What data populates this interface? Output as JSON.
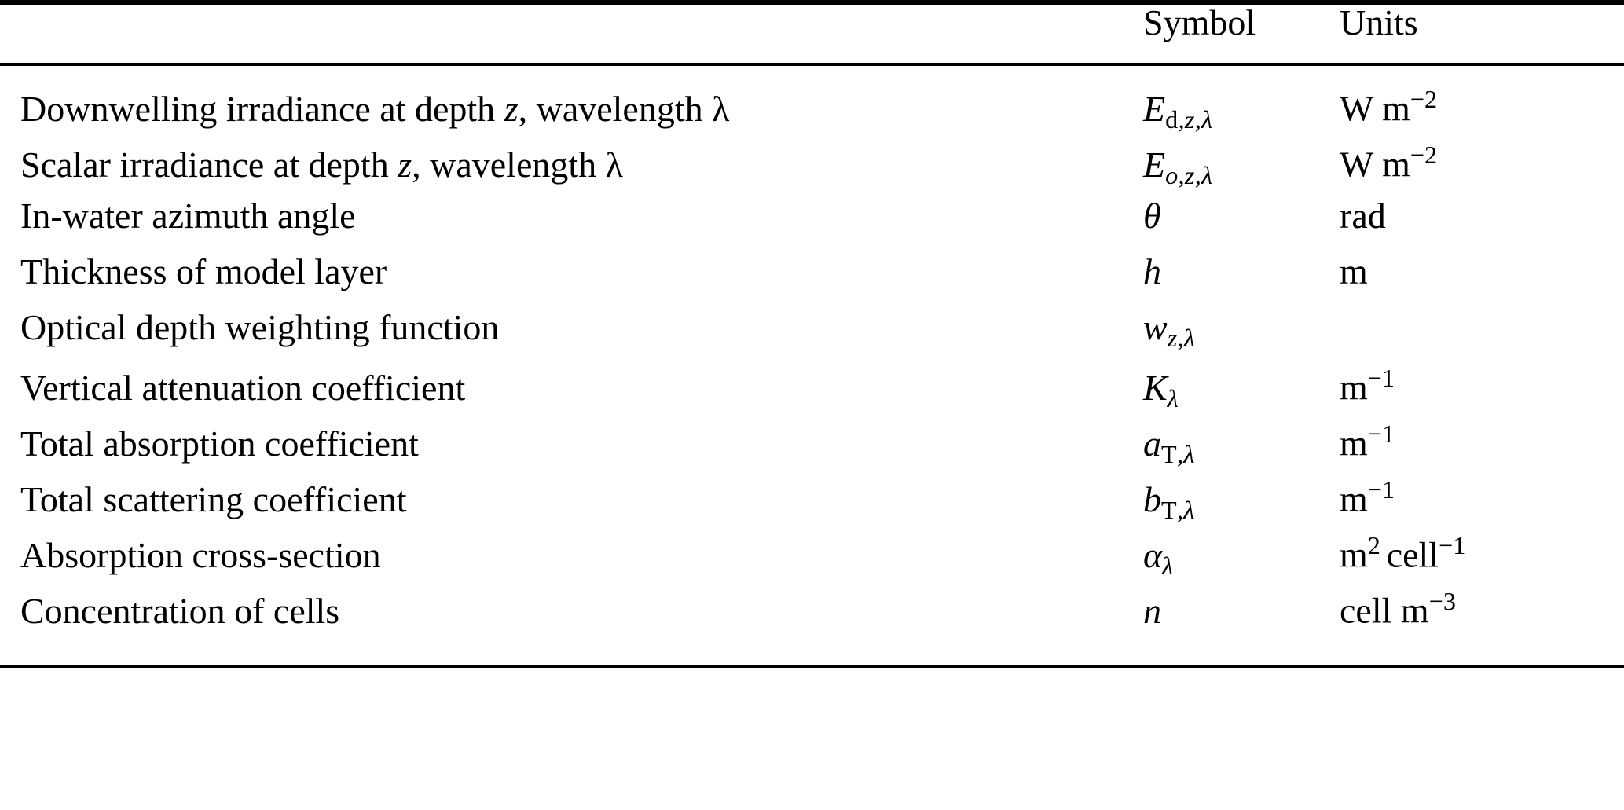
{
  "table": {
    "columns": [
      {
        "key": "description",
        "header": ""
      },
      {
        "key": "symbol",
        "header": "Symbol"
      },
      {
        "key": "units",
        "header": "Units"
      }
    ],
    "header": {
      "description_label": "",
      "symbol_label": "Symbol",
      "units_label": "Units"
    },
    "rows": [
      {
        "description": "Downwelling irradiance at depth z, wavelength λ",
        "description_parts": {
          "pre": "Downwelling irradiance at depth ",
          "italic1": "z",
          "mid": ", wavelength ",
          "italic2": "λ",
          "post": ""
        },
        "symbol_plain": "E_{d,z,λ}",
        "symbol_base": "E",
        "symbol_sub_upright": "d",
        "symbol_sub_italic": ",z,λ",
        "units_plain": "W m−2",
        "units_base": "W m",
        "units_exponent": "−2"
      },
      {
        "description": "Scalar irradiance at depth z, wavelength λ",
        "description_parts": {
          "pre": "Scalar irradiance at depth ",
          "italic1": "z",
          "mid": ", wavelength ",
          "italic2": "λ",
          "post": ""
        },
        "symbol_plain": "E_{o,z,λ}",
        "symbol_base": "E",
        "symbol_sub_upright": "",
        "symbol_sub_italic": "o,z,λ",
        "units_plain": "W m−2",
        "units_base": "W m",
        "units_exponent": "−2"
      },
      {
        "description": "In-water azimuth angle",
        "description_parts": {
          "pre": "In-water azimuth angle",
          "italic1": "",
          "mid": "",
          "italic2": "",
          "post": ""
        },
        "symbol_plain": "θ",
        "symbol_base": "θ",
        "symbol_sub_upright": "",
        "symbol_sub_italic": "",
        "units_plain": "rad",
        "units_base": "rad",
        "units_exponent": ""
      },
      {
        "description": "Thickness of model layer",
        "description_parts": {
          "pre": "Thickness of model layer",
          "italic1": "",
          "mid": "",
          "italic2": "",
          "post": ""
        },
        "symbol_plain": "h",
        "symbol_base": "h",
        "symbol_sub_upright": "",
        "symbol_sub_italic": "",
        "units_plain": "m",
        "units_base": "m",
        "units_exponent": ""
      },
      {
        "description": "Optical depth weighting function",
        "description_parts": {
          "pre": "Optical depth weighting function",
          "italic1": "",
          "mid": "",
          "italic2": "",
          "post": ""
        },
        "symbol_plain": "w_{z,λ}",
        "symbol_base": "w",
        "symbol_sub_upright": "",
        "symbol_sub_italic": "z,λ",
        "units_plain": "",
        "units_base": "",
        "units_exponent": ""
      },
      {
        "description": "Vertical attenuation coefficient",
        "description_parts": {
          "pre": "Vertical attenuation coefficient",
          "italic1": "",
          "mid": "",
          "italic2": "",
          "post": ""
        },
        "symbol_plain": "K_{λ}",
        "symbol_base": "K",
        "symbol_sub_upright": "",
        "symbol_sub_italic": "λ",
        "units_plain": "m−1",
        "units_base": "m",
        "units_exponent": "−1"
      },
      {
        "description": "Total absorption coefficient",
        "description_parts": {
          "pre": "Total absorption coefficient",
          "italic1": "",
          "mid": "",
          "italic2": "",
          "post": ""
        },
        "symbol_plain": "a_{T,λ}",
        "symbol_base": "a",
        "symbol_sub_upright": "T",
        "symbol_sub_italic": ",λ",
        "units_plain": "m−1",
        "units_base": "m",
        "units_exponent": "−1"
      },
      {
        "description": "Total scattering coefficient",
        "description_parts": {
          "pre": "Total scattering coefficient",
          "italic1": "",
          "mid": "",
          "italic2": "",
          "post": ""
        },
        "symbol_plain": "b_{T,λ}",
        "symbol_base": "b",
        "symbol_sub_upright": "T",
        "symbol_sub_italic": ",λ",
        "units_plain": "m−1",
        "units_base": "m",
        "units_exponent": "−1"
      },
      {
        "description": "Absorption cross-section",
        "description_parts": {
          "pre": "Absorption cross-section",
          "italic1": "",
          "mid": "",
          "italic2": "",
          "post": ""
        },
        "symbol_plain": "α_{λ}",
        "symbol_base": "α",
        "symbol_sub_upright": "",
        "symbol_sub_italic": "λ",
        "units_plain": "m2 cell−1",
        "units_base": "m",
        "units_exponent": "2",
        "units_tail_base": "cell",
        "units_tail_exponent": "−1"
      },
      {
        "description": "Concentration of cells",
        "description_parts": {
          "pre": "Concentration of cells",
          "italic1": "",
          "mid": "",
          "italic2": "",
          "post": ""
        },
        "symbol_plain": "n",
        "symbol_base": "n",
        "symbol_sub_upright": "",
        "symbol_sub_italic": "",
        "units_plain": "cell m−3",
        "units_base": "cell m",
        "units_exponent": "−3"
      }
    ]
  },
  "style": {
    "text_color": "#000000",
    "background_color": "#ffffff",
    "rule_color": "#000000"
  }
}
